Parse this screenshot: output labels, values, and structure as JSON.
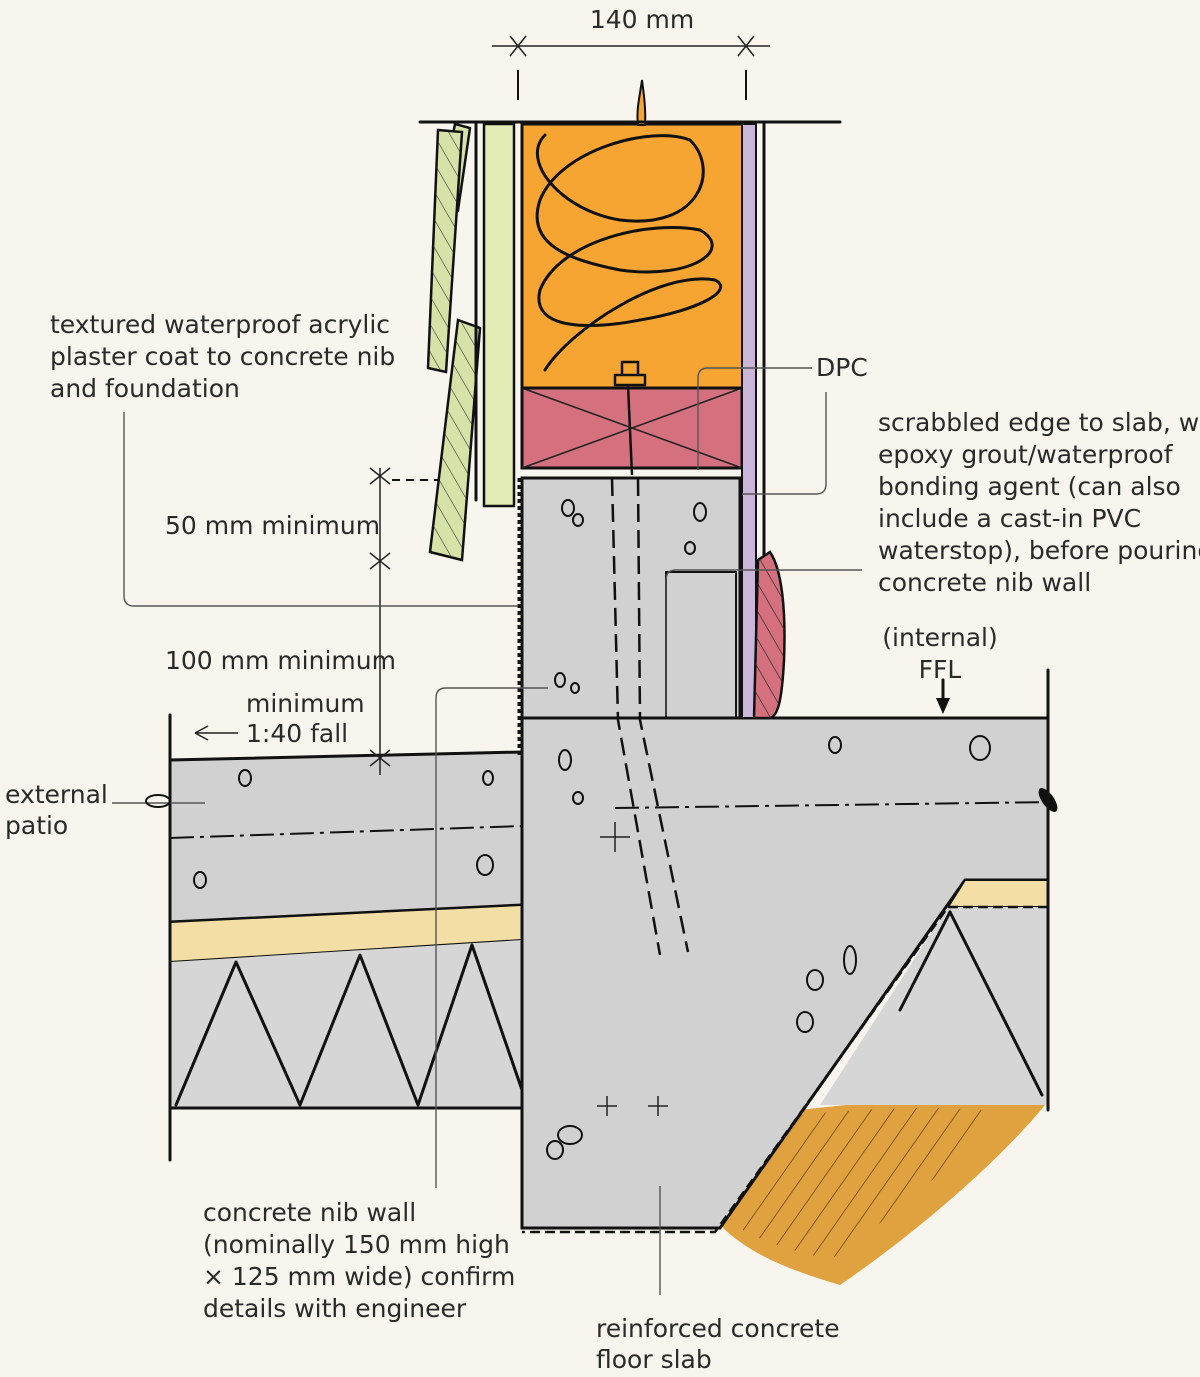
{
  "colors": {
    "background": "#f8f5ee",
    "concrete": "#d1d1d1",
    "insulation": "#f6a533",
    "bottom_plate": "#d5707e",
    "cladding": "#d6e2a8",
    "cavity_batten": "#e2ecb4",
    "sand_layer": "#f3dfa6",
    "soil": "#dfa23e",
    "wrap": "#c9b6d8",
    "ink": "#111111"
  },
  "dimensions": {
    "wall_width": "140 mm",
    "upstand": "50 mm minimum",
    "step_down": "100 mm minimum"
  },
  "labels": {
    "fall_line1": "minimum",
    "fall_line2": "1:40 fall",
    "plaster": [
      "textured waterproof acrylic",
      "plaster coat to concrete nib",
      "and foundation"
    ],
    "dpc": "DPC",
    "scabbled": [
      "scrabbled edge to slab, with",
      "epoxy grout/waterproof",
      "bonding agent (can also",
      "include a cast-in PVC",
      "waterstop), before pouring",
      "concrete nib wall"
    ],
    "ffl": [
      "(internal)",
      "FFL"
    ],
    "patio": [
      "external",
      "patio"
    ],
    "nib": [
      "concrete nib wall",
      "(nominally 150 mm high",
      "× 125 mm wide) confirm",
      "details with engineer"
    ],
    "slab": [
      "reinforced concrete",
      "floor slab"
    ]
  }
}
